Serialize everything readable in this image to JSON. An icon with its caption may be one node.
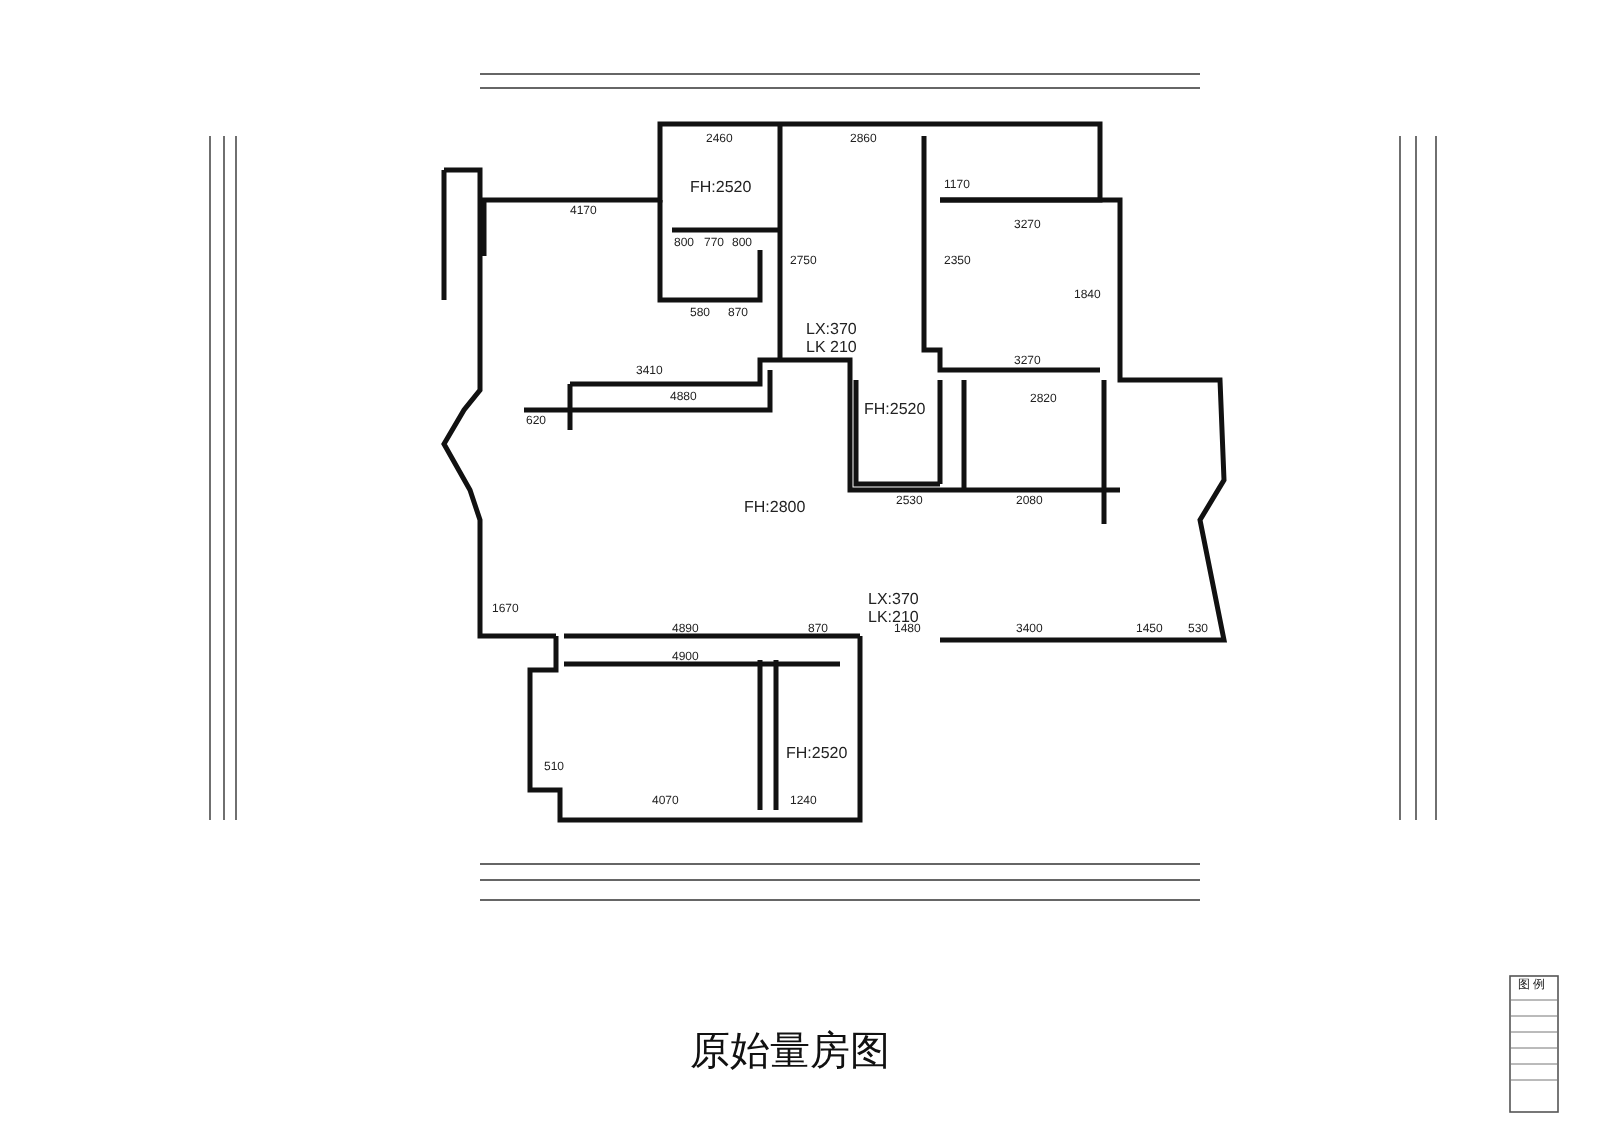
{
  "diagram": {
    "title": "原始量房图",
    "labels": [
      "2460",
      "2860",
      "FH:2520",
      "4170",
      "2750",
      "1170",
      "3270",
      "2350",
      "1840",
      "3270",
      "800",
      "770",
      "800",
      "580",
      "870",
      "LX:370",
      "LK 210",
      "3410",
      "4880",
      "620",
      "FH:2520",
      "2820",
      "2530",
      "2080",
      "FH:2800",
      "1670",
      "LX:370",
      "LK:210",
      "4890",
      "870",
      "1480",
      "3400",
      "1450",
      "530",
      "4900",
      "FH:2520",
      "4070",
      "1240",
      "510",
      "图 例"
    ]
  }
}
